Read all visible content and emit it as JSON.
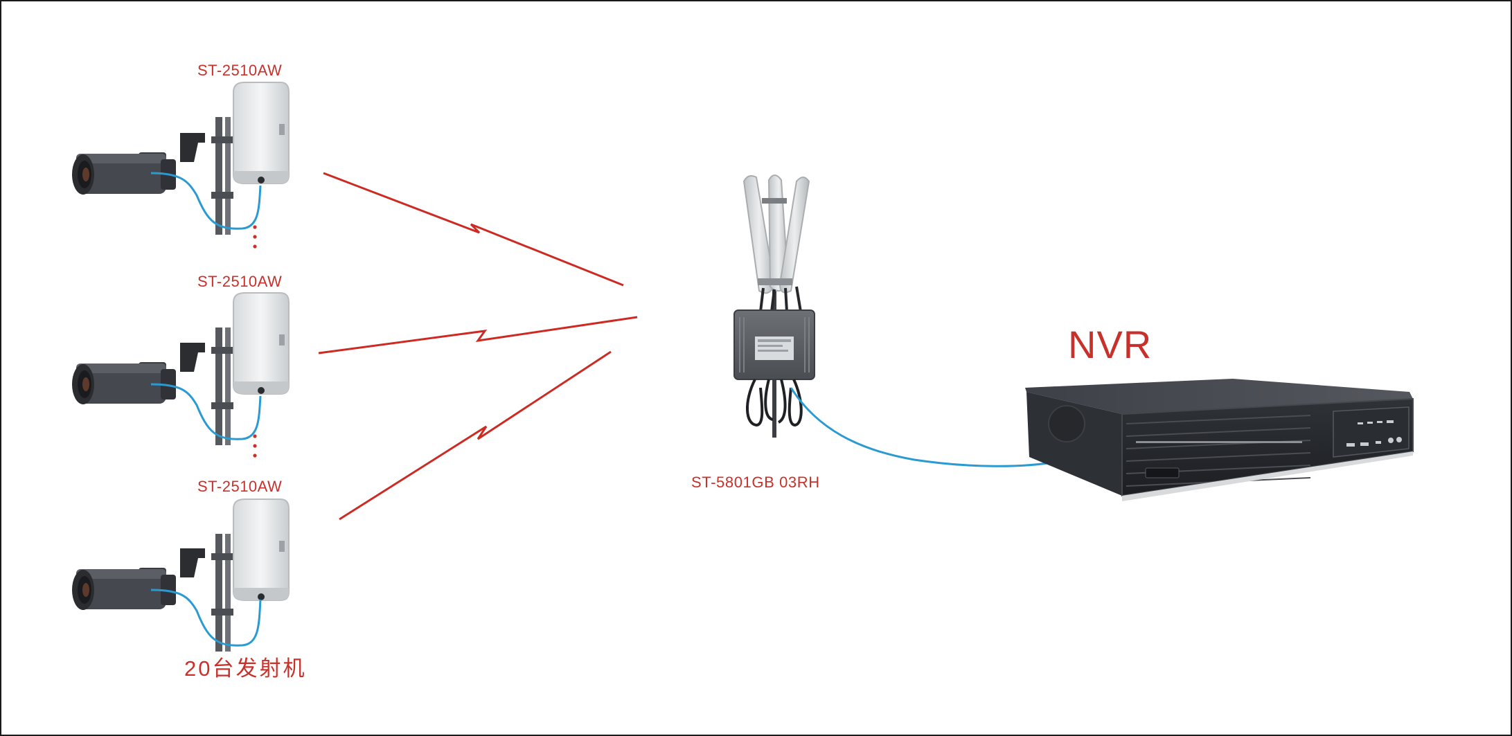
{
  "colors": {
    "label_red": "#c8312b",
    "signal_red": "#cc2a22",
    "cable_blue": "#2a9ad3",
    "device_gray": "#3a3d44",
    "panel_white": "#eef0f1",
    "border": "#1a1a1a"
  },
  "transmitters": [
    {
      "model": "ST-2510AW"
    },
    {
      "model": "ST-2510AW"
    },
    {
      "model": "ST-2510AW"
    }
  ],
  "transmitter_count_label": "20台发射机",
  "base_station": {
    "model": "ST-5801GB 03RH"
  },
  "recorder": {
    "title": "NVR"
  },
  "icons": [
    "bullet-camera-icon",
    "outdoor-cpe-icon",
    "sector-antenna-base-station-icon",
    "nvr-recorder-icon",
    "wireless-link-icon"
  ]
}
